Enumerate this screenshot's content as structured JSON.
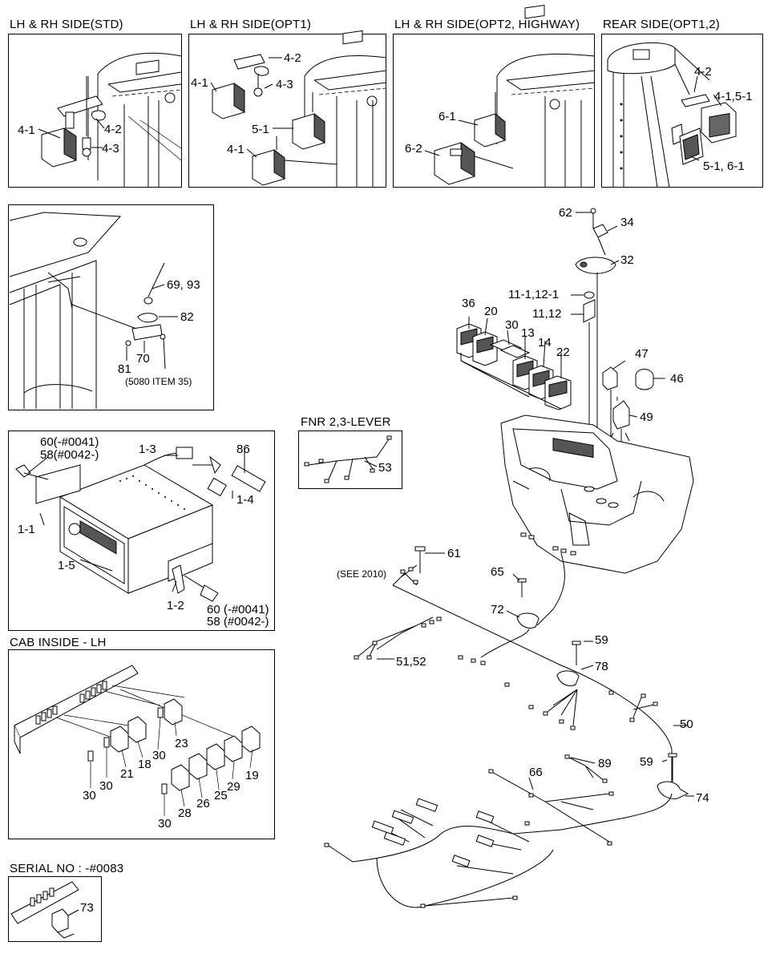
{
  "panels": {
    "std": {
      "title": "LH & RH SIDE(STD)"
    },
    "opt1": {
      "title": "LH & RH SIDE(OPT1)"
    },
    "opt2": {
      "title": "LH & RH SIDE(OPT2, HIGHWAY)"
    },
    "rear": {
      "title": "REAR SIDE(OPT1,2)"
    },
    "fnr": {
      "title": "FNR 2,3-LEVER"
    },
    "cab": {
      "title": "CAB INSIDE - LH"
    },
    "serial": {
      "title": "SERIAL NO : -#0083"
    }
  },
  "labels": {
    "std_4_1": "4-1",
    "std_4_2": "4-2",
    "std_4_3": "4-3",
    "opt1_4_2": "4-2",
    "opt1_4_1a": "4-1",
    "opt1_4_3": "4-3",
    "opt1_5_1": "5-1",
    "opt1_4_1b": "4-1",
    "opt2_6_1": "6-1",
    "opt2_6_2": "6-2",
    "rear_4_2": "4-2",
    "rear_4_1_5_1": "4-1,5-1",
    "rear_5_1_6_1": "5-1, 6-1",
    "ant_69_93": "69, 93",
    "ant_82": "82",
    "ant_70": "70",
    "ant_81": "81",
    "ant_note": "(5080 ITEM 35)",
    "r_60a": "60(-#0041)",
    "r_58a": "58(#0042-)",
    "r_1_3": "1-3",
    "r_86": "86",
    "r_1_4": "1-4",
    "r_1_1": "1-1",
    "r_1_5": "1-5",
    "r_1_2": "1-2",
    "r_60b": "60 (-#0041)",
    "r_58b": "58 (#0042-)",
    "fnr_53": "53",
    "c_23": "23",
    "c_30a": "30",
    "c_18": "18",
    "c_21": "21",
    "c_30b": "30",
    "c_30c": "30",
    "c_19": "19",
    "c_29": "29",
    "c_25": "25",
    "c_26": "26",
    "c_28": "28",
    "c_30d": "30",
    "s_73": "73",
    "m_62": "62",
    "m_34": "34",
    "m_32": "32",
    "m_11_1_12_1": "11-1,12-1",
    "m_11_12": "11,12",
    "m_36": "36",
    "m_20": "20",
    "m_30": "30",
    "m_13": "13",
    "m_14": "14",
    "m_22": "22",
    "m_47": "47",
    "m_46": "46",
    "m_49": "49",
    "m_61": "61",
    "m_see2010": "(SEE 2010)",
    "m_65": "65",
    "m_72": "72",
    "m_59a": "59",
    "m_78": "78",
    "m_51_52": "51,52",
    "m_50": "50",
    "m_59b": "59",
    "m_89": "89",
    "m_66": "66",
    "m_74": "74"
  }
}
